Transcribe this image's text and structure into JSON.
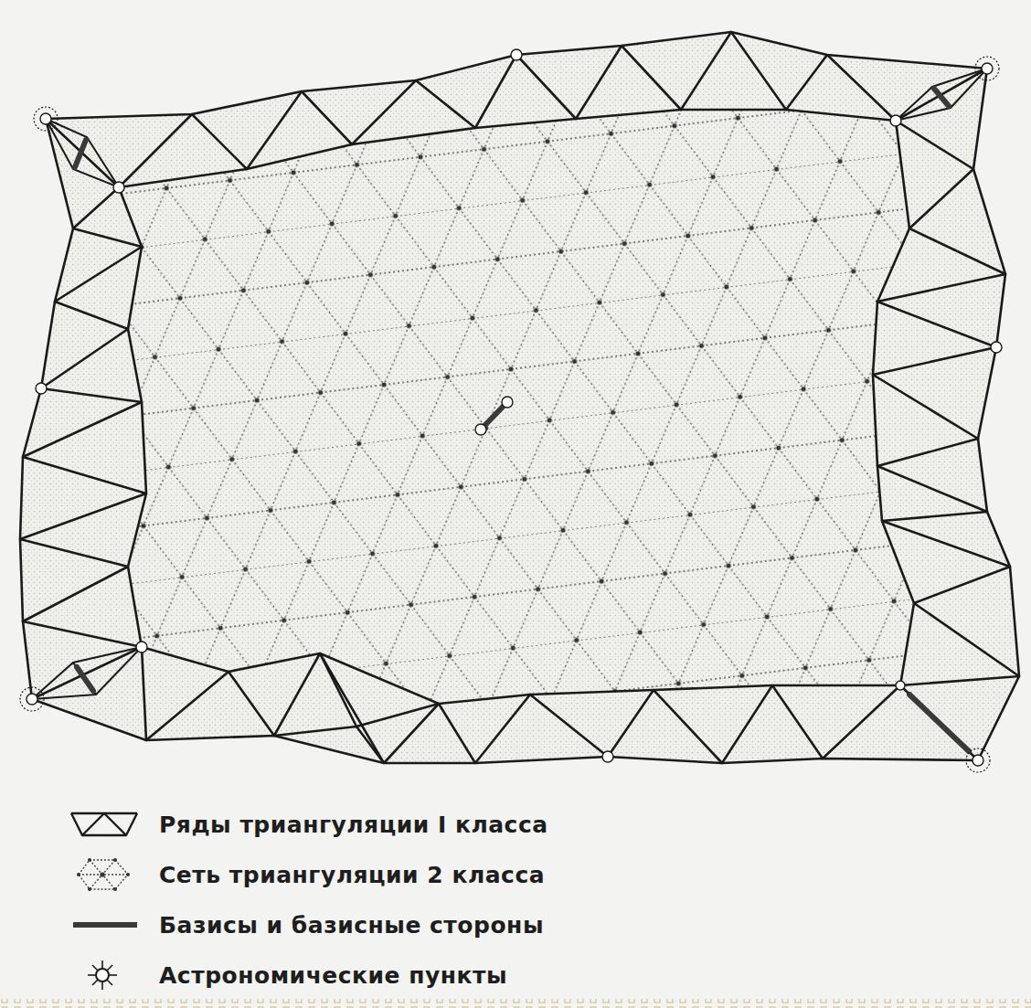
{
  "diagram": {
    "legend": [
      {
        "text": "Ряды триангуляции I класса"
      },
      {
        "text": "Сеть триангуляции 2 класса"
      },
      {
        "text": "Базисы и базисные стороны"
      },
      {
        "text": "Астрономические пункты"
      }
    ]
  }
}
